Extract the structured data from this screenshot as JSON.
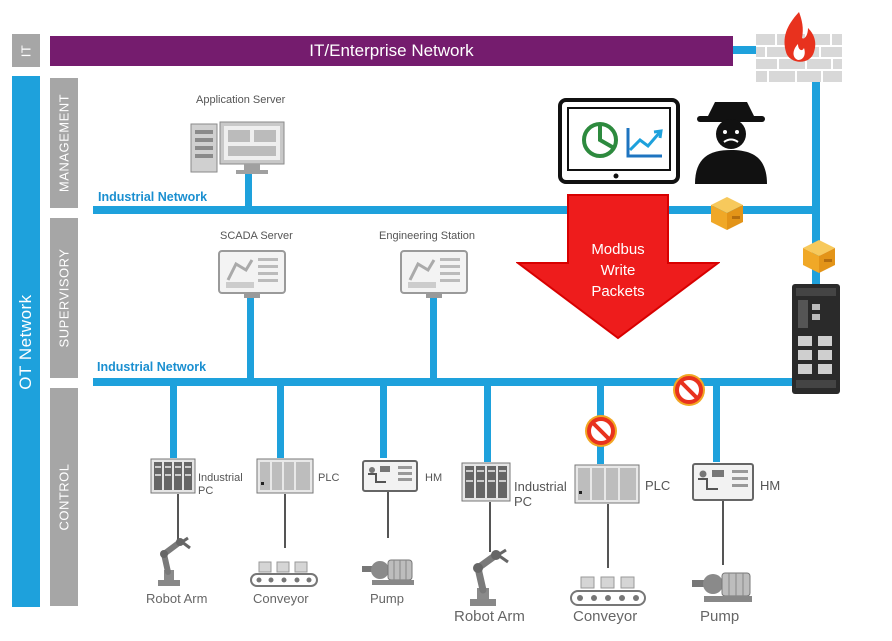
{
  "zones": {
    "it": "IT",
    "ot": "OT Network",
    "management": "MANAGEMENT",
    "supervisory": "SUPERVISORY",
    "control": "CONTROL"
  },
  "enterprise_network": "IT/Enterprise Network",
  "industrial_network_top": "Industrial Network",
  "industrial_network_bottom": "Industrial Network",
  "servers": {
    "application": "Application Server",
    "scada": "SCADA Server",
    "engineering": "Engineering Station"
  },
  "attack_label": "Modbus\nWrite\nPackets",
  "devices_left": [
    {
      "top": "Industrial\nPC",
      "bottom": "Robot Arm"
    },
    {
      "top": "PLC",
      "bottom": "Conveyor"
    },
    {
      "top": "HM",
      "bottom": "Pump"
    }
  ],
  "devices_right": [
    {
      "top": "Industrial\nPC",
      "bottom": "Robot Arm"
    },
    {
      "top": "PLC",
      "bottom": "Conveyor"
    },
    {
      "top": "HM",
      "bottom": "Pump"
    }
  ],
  "icons": [
    "firewall-icon",
    "server-icon",
    "hmi-monitor-icon",
    "tablet-chart-icon",
    "hacker-icon",
    "packet-box-icon",
    "industrial-router-icon",
    "blocked-icon",
    "industrial-pc-icon",
    "plc-icon",
    "robot-arm-icon",
    "conveyor-icon",
    "pump-icon"
  ],
  "colors": {
    "enterprise": "#751c6e",
    "network": "#1ea1dc",
    "zone": "#a6a6a6",
    "attack": "#ee1c1c",
    "fire": "#e8321e"
  }
}
